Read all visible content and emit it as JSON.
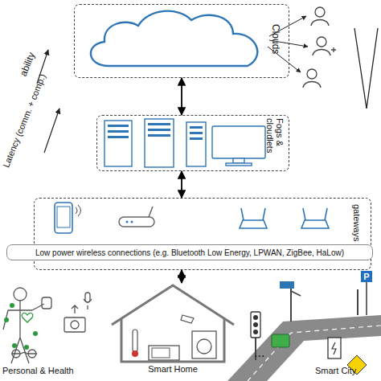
{
  "diagram": {
    "nodes": [
      {
        "text": [
          "Clouds"
        ]
      },
      {
        "text": [
          "Fogs & cloudlets"
        ]
      },
      {
        "text": [
          "gateways"
        ]
      },
      {
        "text": [
          "Low power wireless connections (e.g. Bluetooth Low Energy, LPWAN, ZigBee, HaLow)"
        ]
      },
      {
        "text": [
          "Smart Home"
        ]
      }
    ],
    "edges": [
      {
        "from": 0,
        "to": 1,
        "arrow": "both"
      },
      {
        "from": 1,
        "to": 2,
        "arrow": "both"
      },
      {
        "from": 2,
        "to": 4,
        "arrow": "both"
      }
    ],
    "labels": [
      "ability",
      "Latency (comm. + comp.)",
      "Personal & Health",
      "...",
      "Smart City",
      "P"
    ]
  }
}
